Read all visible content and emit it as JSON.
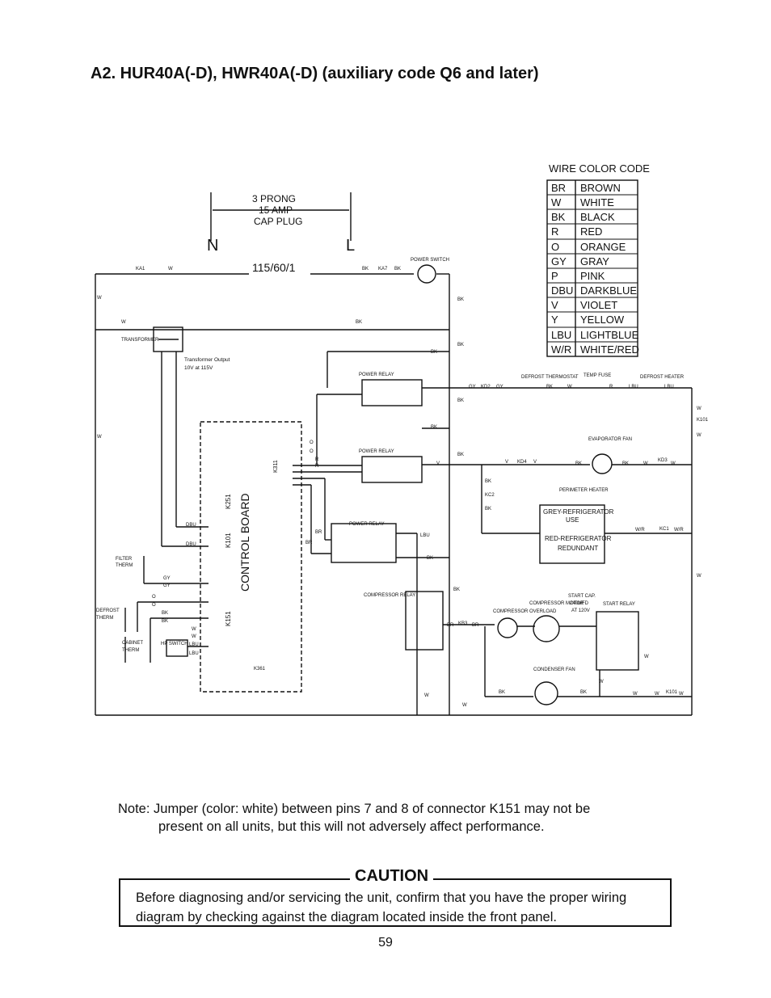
{
  "title": "A2. HUR40A(-D), HWR40A(-D)  (auxiliary code Q6 and later)",
  "wire_color_code": {
    "heading": "WIRE COLOR CODE",
    "rows": [
      {
        "code": "BR",
        "color": "BROWN"
      },
      {
        "code": "W",
        "color": "WHITE"
      },
      {
        "code": "BK",
        "color": "BLACK"
      },
      {
        "code": "R",
        "color": "RED"
      },
      {
        "code": "O",
        "color": "ORANGE"
      },
      {
        "code": "GY",
        "color": "GRAY"
      },
      {
        "code": "P",
        "color": "PINK"
      },
      {
        "code": "DBU",
        "color": "DARKBLUE"
      },
      {
        "code": "V",
        "color": "VIOLET"
      },
      {
        "code": "Y",
        "color": "YELLOW"
      },
      {
        "code": "LBU",
        "color": "LIGHTBLUE"
      },
      {
        "code": "W/R",
        "color": "WHITE/RED"
      }
    ]
  },
  "plug": {
    "line1": "3 PRONG",
    "line2": "15 AMP",
    "line3": "CAP PLUG",
    "neutral": "N",
    "line": "L",
    "supply": "115/60/1"
  },
  "labels": {
    "transformer": "TRANSFORMER",
    "transformer_output_1": "Transformer Output",
    "transformer_output_2": "10V at 115V",
    "power_switch": "POWER SWITCH",
    "power_relay": "POWER RELAY",
    "defrost_thermostat": "DEFROST THERMOSTAT",
    "temp_fuse": "TEMP FUSE",
    "defrost_heater": "DEFROST HEATER",
    "evaporator_fan": "EVAPORATOR FAN",
    "perimeter_heater": "PERIMETER HEATER",
    "grey_use_1": "GREY-REFRIGERATOR",
    "grey_use_2": "USE",
    "red_redundant_1": "RED-REFRIGERATOR",
    "red_redundant_2": "REDUNDANT",
    "compressor_relay": "COMPRESSOR RELAY",
    "compressor_overload": "COMPRESSOR OVERLOAD",
    "compressor_motor": "COMPRESSOR MOTOR",
    "start_cap_1": "START CAP.",
    "start_cap_2": "240MFD",
    "start_cap_3": "AT 120V",
    "start_relay": "START RELAY",
    "condenser_fan": "CONDENSER FAN",
    "control_board": "CONTROL BOARD",
    "filter_therm_1": "FILTER",
    "filter_therm_2": "THERM",
    "defrost_therm_1": "DEFROST",
    "defrost_therm_2": "THERM",
    "cabinet_therm_1": "CABINET",
    "cabinet_therm_2": "THERM",
    "hp_switch": "HP SWITCH",
    "k251": "K251",
    "k101": "K101",
    "k151": "K151",
    "k311": "K311",
    "k361": "K361"
  },
  "wires": {
    "ka1": "KA1",
    "ka7": "KA7",
    "w": "W",
    "bk": "BK",
    "gy": "GY",
    "r": "R",
    "lbu": "LBU",
    "v": "V",
    "o": "O",
    "br": "BR",
    "dbu": "DBU",
    "wr": "W/R",
    "kd2": "KD2",
    "kd4": "KD4",
    "kd3": "KD3",
    "kc2": "KC2",
    "kc1": "KC1",
    "kb3": "KB3",
    "k101": "K101"
  },
  "note": {
    "line1": "Note: Jumper (color: white) between pins 7 and 8 of connector K151 may not be",
    "line2": "present on all units, but this will not adversely affect performance."
  },
  "caution": {
    "title": "CAUTION",
    "text": "Before diagnosing and/or servicing the unit, confirm that you have the proper wiring diagram by checking against the diagram located inside the front panel."
  },
  "page_number": "59"
}
